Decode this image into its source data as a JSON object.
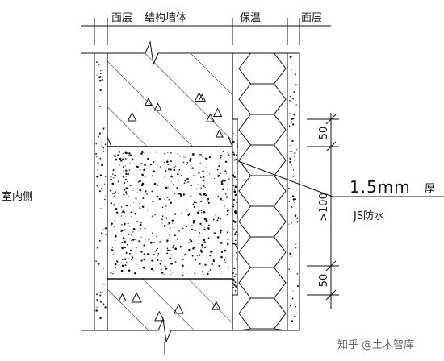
{
  "header": {
    "face_layer_left": "面层",
    "structural_wall": "结构墙体",
    "insulation": "保温",
    "face_layer_right": "面层"
  },
  "side_label": "室内侧",
  "callout": {
    "thickness": "1.5mm",
    "thickness_unit": "厚",
    "material": "JS防水"
  },
  "dimensions": {
    "top": "50",
    "middle": ">100",
    "bottom": "50"
  },
  "watermark": "知乎 @土木智库"
}
